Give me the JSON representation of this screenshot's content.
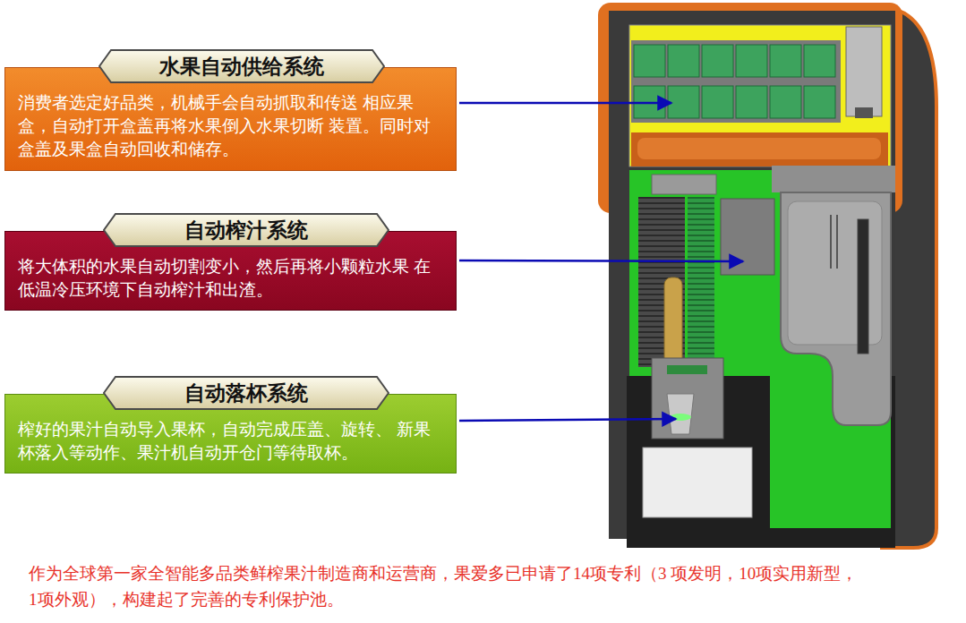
{
  "diagram": {
    "caption": "作为全球第一家全智能多品类鲜榨果汁制造商和运营商，果爱多已申请了14项专利（3 项发明，10项实用新型，1项外观），构建起了完善的专利保护池。",
    "nodes": [
      {
        "text": [
          "水果自动供给系统",
          "消费者选定好品类，机械手会自动抓取和传送 相应果盒，自动打开盒盖再将水果倒入水果切断 装置。同时对盒盖及果盒自动回收和储存。"
        ]
      },
      {
        "text": [
          "自动榨汁系统",
          "将大体积的水果自动切割变小，然后再将小颗粒水果 在低温冷压环境下自动榨汁和出渣。"
        ]
      },
      {
        "text": [
          "自动落杯系统",
          "榨好的果汁自动导入果杯，自动完成压盖、旋转、 新果杯落入等动作、果汁机自动开仓门等待取杯。"
        ]
      }
    ]
  }
}
